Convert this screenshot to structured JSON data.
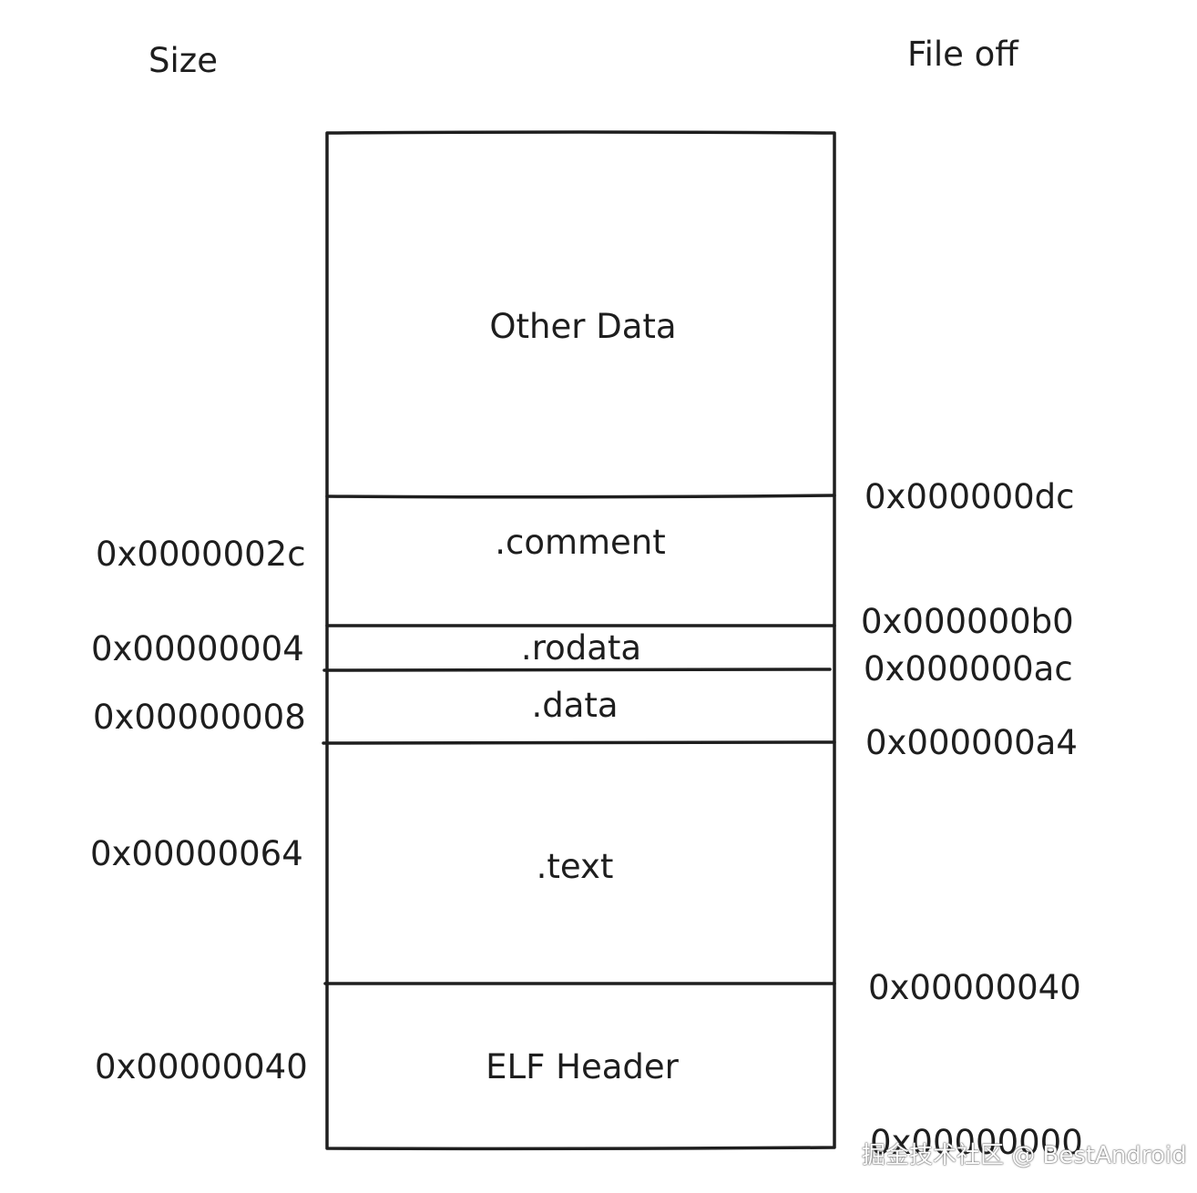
{
  "headers": {
    "size": "Size",
    "file_off": "File off"
  },
  "sections": {
    "other_data": "Other Data",
    "comment": ".comment",
    "rodata": ".rodata",
    "data": ".data",
    "text": ".text",
    "elf_header": "ELF Header"
  },
  "sizes": {
    "comment": "0x0000002c",
    "rodata": "0x00000004",
    "data": "0x00000008",
    "text": "0x00000064",
    "elf_header": "0x00000040"
  },
  "offsets": {
    "dc": "0x000000dc",
    "b0": "0x000000b0",
    "ac": "0x000000ac",
    "a4": "0x000000a4",
    "x40": "0x00000040",
    "x00": "0x00000000"
  },
  "watermark": "掘金技术社区 @ BestAndroid",
  "colors": {
    "stroke": "#1e1e1e",
    "background": "#ffffff"
  }
}
